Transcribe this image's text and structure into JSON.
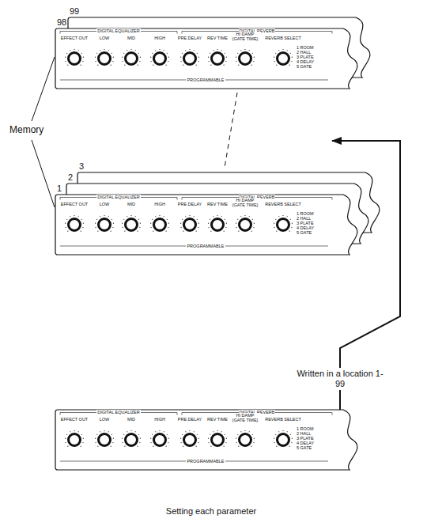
{
  "diagram": {
    "nodes": [
      {
        "text": [
          "Memory"
        ]
      },
      {
        "text": [
          "99"
        ],
        "in": 0
      },
      {
        "text": [
          "98",
          "DIGITAL EQUALIZER",
          "DIGITAL REVERB",
          "EFFECT OUT",
          "LOW",
          "MID",
          "HIGH",
          "PRE DELAY",
          "REV TIME",
          "HI DAMP (GATE TIME)",
          "REVERB SELECT",
          "1 ROOM",
          "2 HALL",
          "3 PLATE",
          "4 DELAY",
          "5 GATE",
          "PROGRAMMABLE"
        ],
        "in": 0
      },
      {
        "text": [
          "3"
        ],
        "in": 0
      },
      {
        "text": [
          "2"
        ],
        "in": 0
      },
      {
        "text": [
          "1",
          "DIGITAL EQUALIZER",
          "DIGITAL REVERB",
          "EFFECT OUT",
          "LOW",
          "MID",
          "HIGH",
          "PRE DELAY",
          "REV TIME",
          "HI DAMP (GATE TIME)",
          "REVERB SELECT",
          "1 ROOM",
          "2 HALL",
          "3 PLATE",
          "4 DELAY",
          "5 GATE",
          "PROGRAMMABLE"
        ],
        "in": 0
      },
      {
        "text": [
          "DIGITAL EQUALIZER",
          "DIGITAL REVERB",
          "EFFECT OUT",
          "LOW",
          "MID",
          "HIGH",
          "PRE DELAY",
          "REV TIME",
          "HI DAMP (GATE TIME)",
          "REVERB SELECT",
          "1 ROOM",
          "2 HALL",
          "3 PLATE",
          "4 DELAY",
          "5 GATE",
          "PROGRAMMABLE",
          "Setting each parameter"
        ]
      }
    ],
    "edges": [
      {
        "from": 6,
        "to": 0,
        "arrow": "to",
        "label": "Written in a location 1-99"
      }
    ]
  }
}
